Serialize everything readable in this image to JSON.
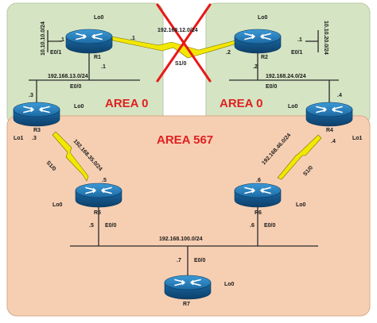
{
  "areas": {
    "left_backbone": "AREA 0",
    "right_backbone": "AREA 0",
    "area567": "AREA 567"
  },
  "routers": {
    "r1": {
      "name": "R1",
      "loopback": "Lo0"
    },
    "r2": {
      "name": "R2",
      "loopback": "Lo0"
    },
    "r3": {
      "name": "R3",
      "loopback": "Lo0",
      "loopback2": "Lo1"
    },
    "r4": {
      "name": "R4",
      "loopback": "Lo0",
      "loopback2": "Lo1"
    },
    "r5": {
      "name": "R5",
      "loopback": "Lo0"
    },
    "r6": {
      "name": "R6",
      "loopback": "Lo0"
    },
    "r7": {
      "name": "R7",
      "loopback": "Lo0"
    }
  },
  "links": {
    "r1_r2": {
      "network": "192.168.12.0/24",
      "interface": "S1/0",
      "r1_host": ".1",
      "r2_host": ".2"
    },
    "r1_lan": {
      "network": "10.10.10.0/24",
      "interface": "E0/1",
      "host": ".1"
    },
    "r2_lan": {
      "network": "10.10.20.0/24",
      "interface": "E0/1",
      "host": ".1"
    },
    "r1_r3": {
      "network": "192.168.13.0/24",
      "interface": "E0/0",
      "r1_host": ".1",
      "r3_host": ".3"
    },
    "r2_r4": {
      "network": "192.168.24.0/24",
      "interface": "E0/0",
      "r2_host": ".2",
      "r4_host": ".4"
    },
    "r3_r5": {
      "network": "192.168.35.0/24",
      "interface": "S1/0",
      "r3_host": ".3",
      "r5_host": ".5"
    },
    "r4_r6": {
      "network": "192.168.46.0/24",
      "interface": "S1/0",
      "r4_host": ".4",
      "r6_host": ".6"
    },
    "lan_567": {
      "network": "192.168.100.0/24",
      "r5_interface": "E0/0",
      "r5_host": ".5",
      "r6_interface": "E0/0",
      "r6_host": ".6",
      "r7_interface": "E0/0",
      "r7_host": ".7"
    }
  },
  "colors": {
    "area0_fill": "#d5e4c3",
    "area567_fill": "#f6cfb3",
    "area_label": "#e02020",
    "serial_link": "#f2e800",
    "router": "#1f79b8",
    "cross": "#e81818"
  },
  "icons": {
    "router": "router-icon",
    "serial": "serial-bolt-icon",
    "broken": "cross-icon"
  }
}
